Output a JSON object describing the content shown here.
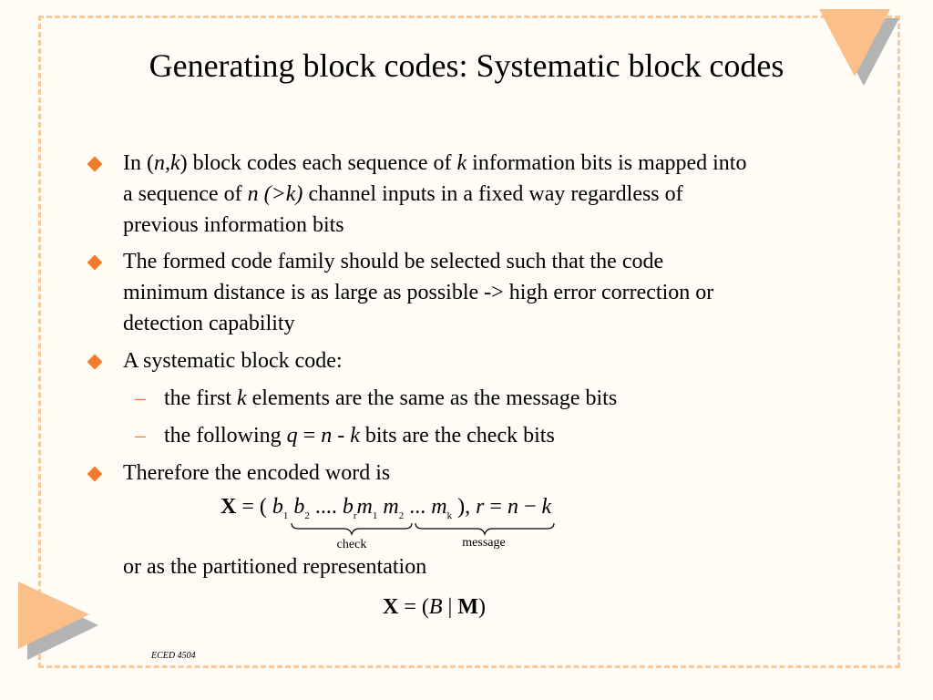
{
  "slide": {
    "title": "Generating block codes: Systematic block codes",
    "bullet1": {
      "l1_a": "In (",
      "l1_b": "n,k",
      "l1_c": ") block codes each sequence of ",
      "l1_d": "k",
      "l1_e": " information bits is mapped into",
      "l2_a": "a sequence of ",
      "l2_b": "n (>k)",
      "l2_c": " channel inputs in a fixed way regardless of",
      "l3": "previous information bits"
    },
    "bullet2": {
      "l1": "The formed code family should be selected such that the code",
      "l2": "minimum distance is as large as possible -> high error correction or",
      "l3": "detection capability"
    },
    "bullet3": "A systematic block code:",
    "sub_dash": "–",
    "sub1": {
      "a": "the first ",
      "b": "k",
      "c": " elements are the same as the message bits"
    },
    "sub2": {
      "a": "the following ",
      "b": "q",
      "c": " = ",
      "d": "n",
      "e": " - ",
      "f": "k",
      "g": " bits are the check bits"
    },
    "bullet4": "Therefore the encoded word is",
    "eq1": {
      "X": "X",
      "open": " = ( ",
      "b": "b",
      "sub1": "1",
      "sub2": "2",
      "dots4": " .... ",
      "subr": "r",
      "m": "m",
      "dots3": " ... ",
      "subk": "k",
      "close": " ),  ",
      "r": "r",
      "eqs": " = ",
      "n": "n",
      "minus": " − ",
      "k": "k"
    },
    "brace_check": "check",
    "brace_message": "message",
    "or_text": "or as the partitioned representation",
    "eq2": {
      "X": "X",
      "open": " = (",
      "B": "B",
      "bar": " | ",
      "M": "M",
      "close": ")"
    },
    "footer": "ECED 4504",
    "colors": {
      "accent": "#f07c2c",
      "triangle": "#fbc08a",
      "shadow": "#b3b3b3",
      "frame": "#f9c89a"
    }
  }
}
